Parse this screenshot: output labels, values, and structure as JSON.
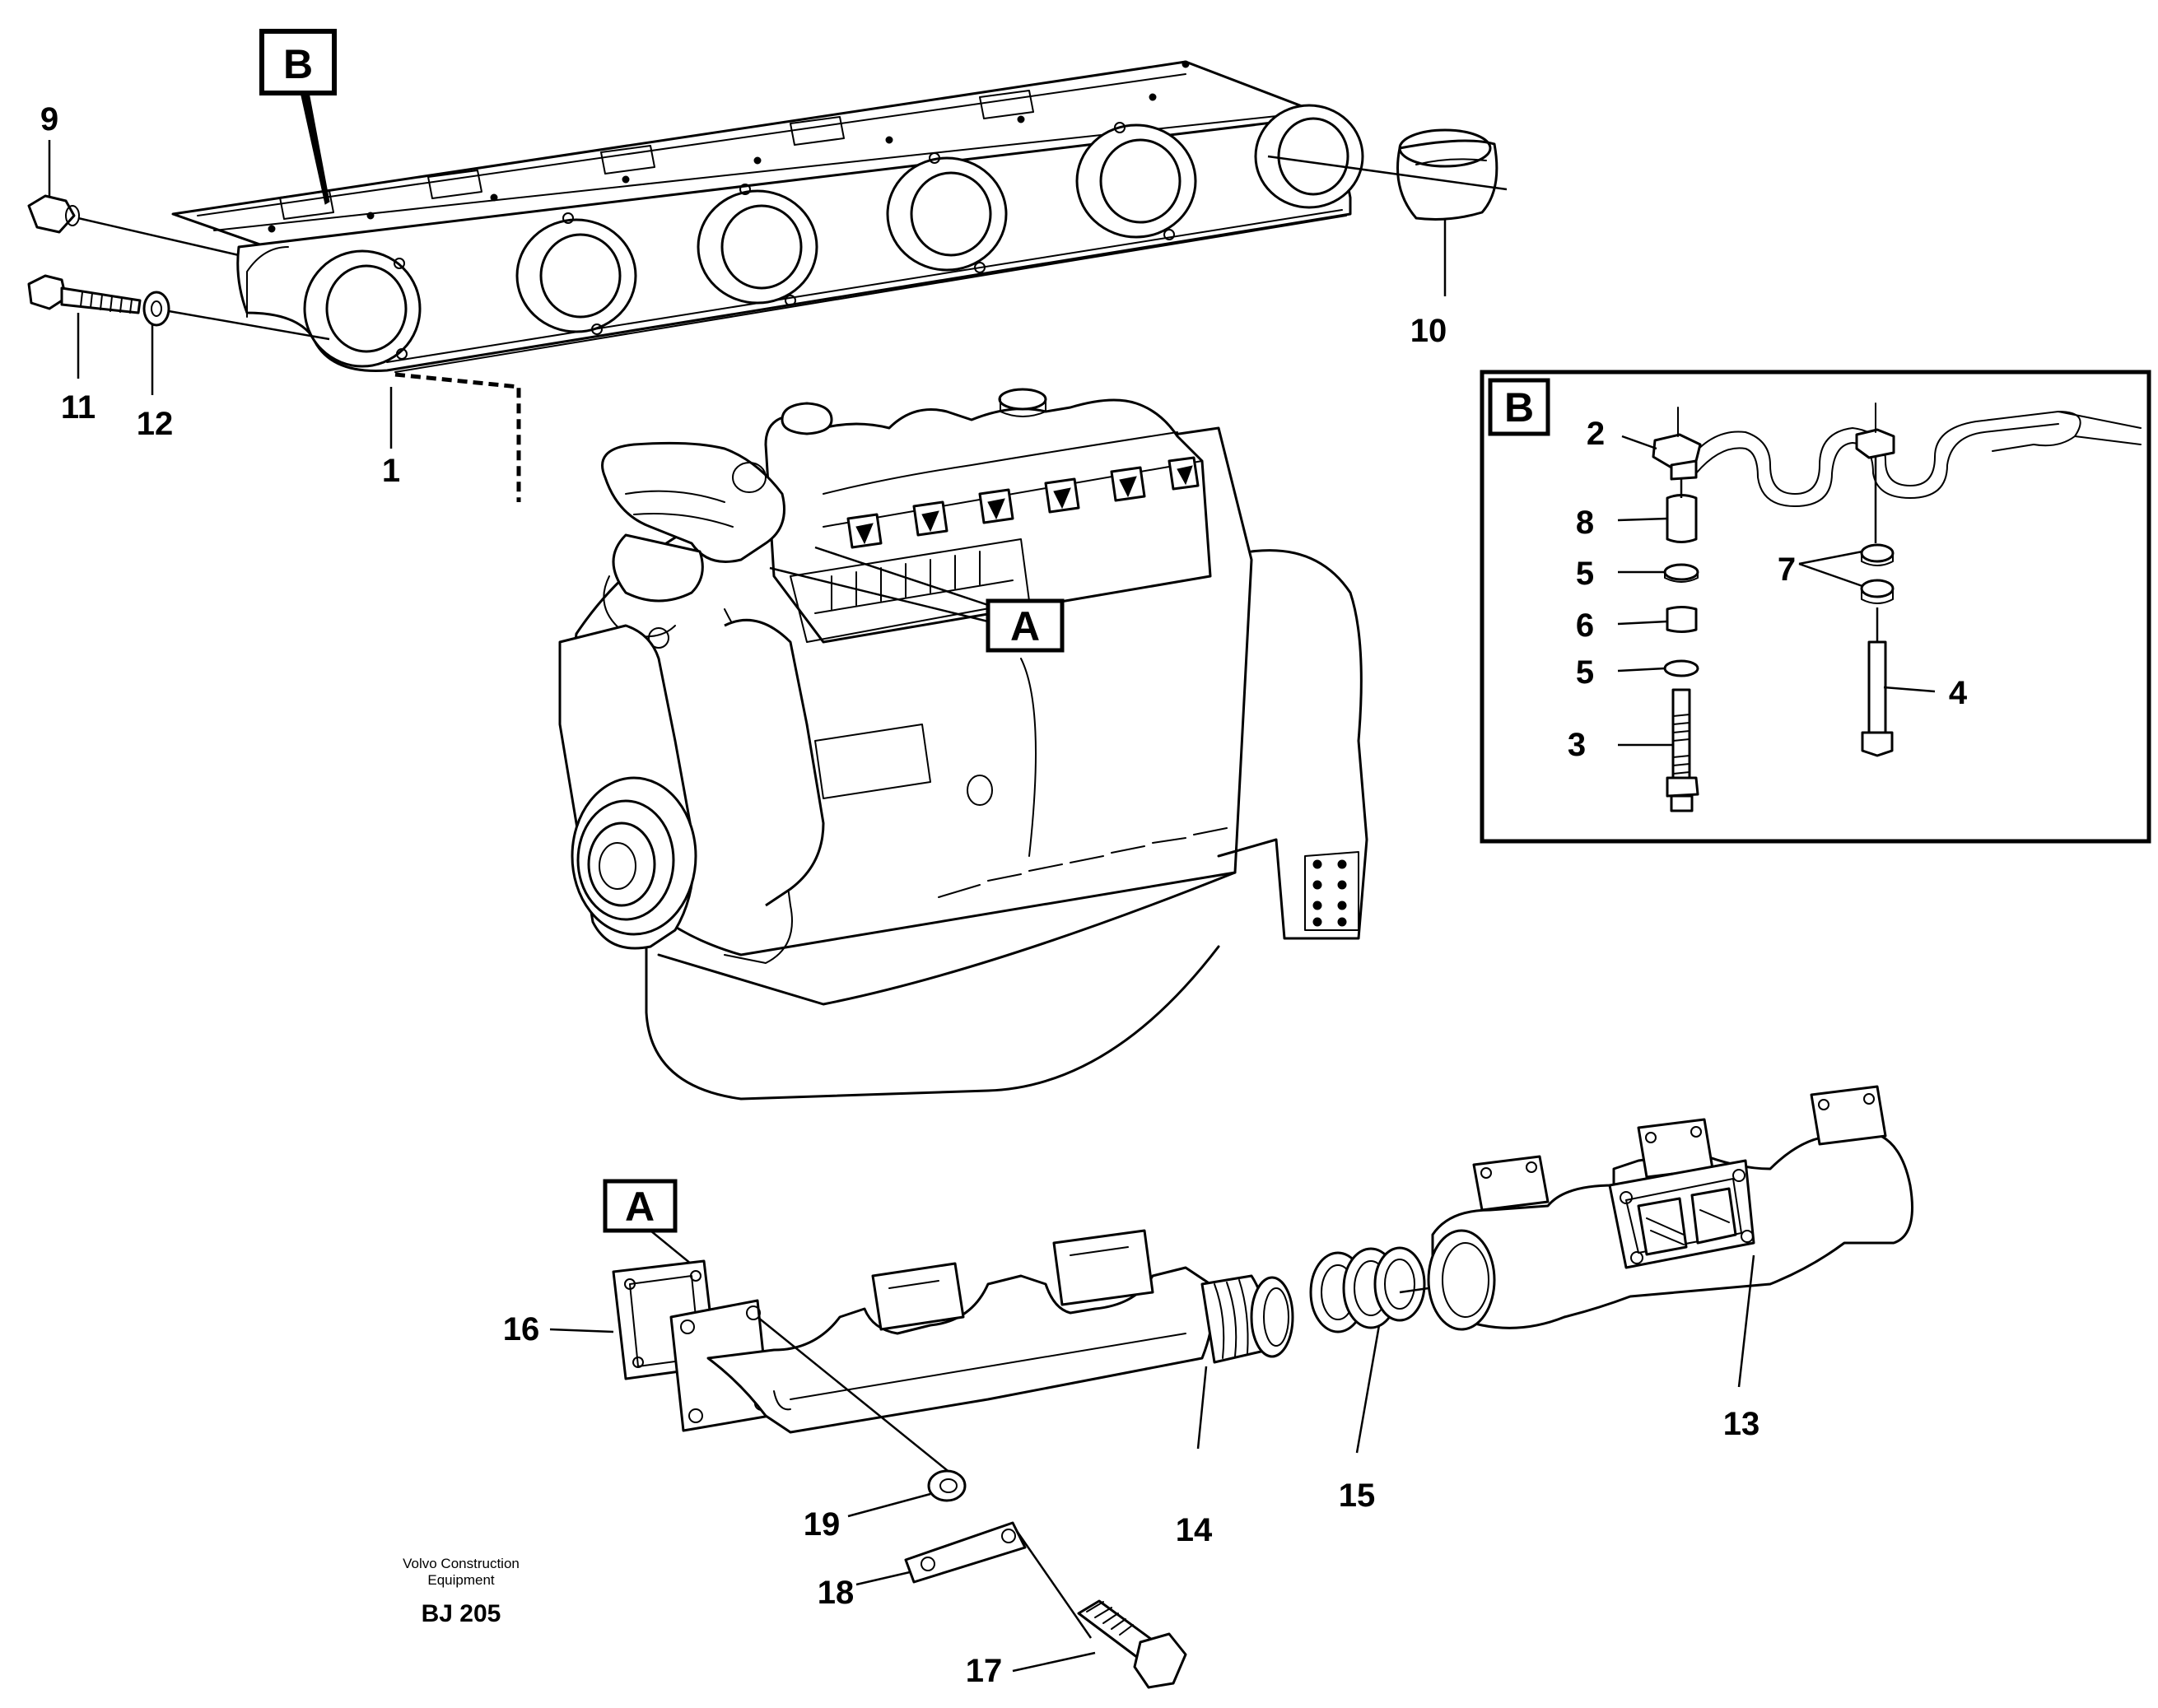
{
  "detail_labels": {
    "a": "A",
    "b": "B",
    "b_inset": "B"
  },
  "callouts": {
    "p1": "1",
    "p2": "2",
    "p3": "3",
    "p4": "4",
    "p5a": "5",
    "p5b": "5",
    "p6": "6",
    "p7": "7",
    "p8": "8",
    "p9": "9",
    "p10": "10",
    "p11": "11",
    "p12": "12",
    "p13": "13",
    "p14": "14",
    "p15": "15",
    "p16": "16",
    "p17": "17",
    "p18": "18",
    "p19": "19"
  },
  "footer": {
    "credit_line1": "Volvo Construction",
    "credit_line2": "Equipment",
    "drawing_code": "BJ 205"
  }
}
